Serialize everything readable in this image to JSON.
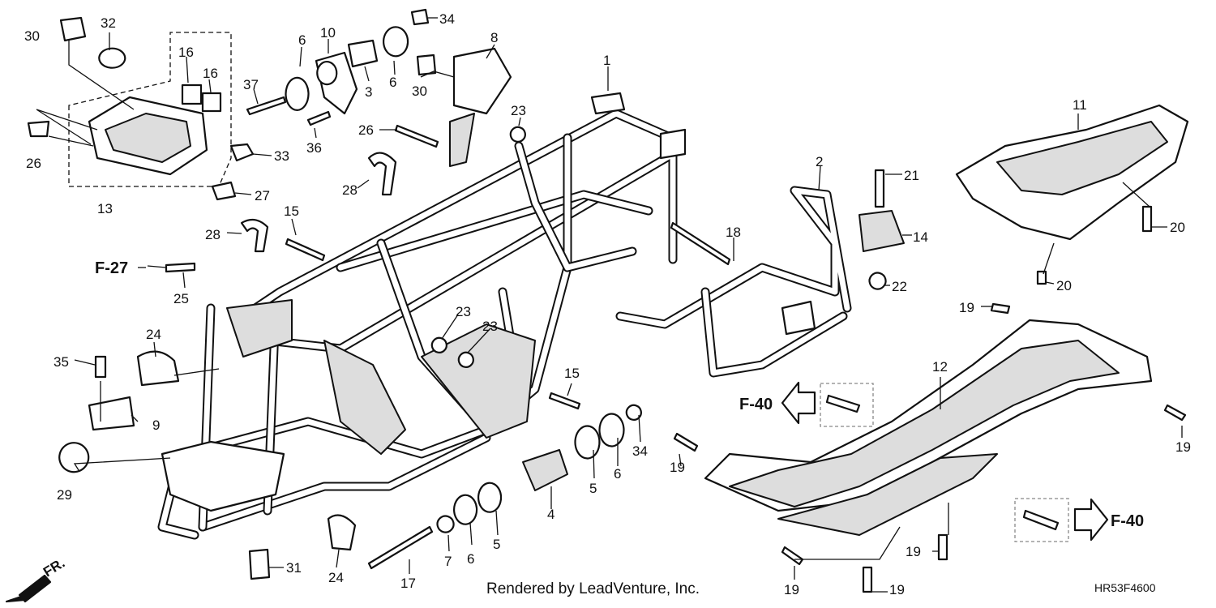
{
  "diagram": {
    "footer_credit": "Rendered by LeadVenture, Inc.",
    "diagram_code": "HR53F4600",
    "direction_label": "FR.",
    "callouts": [
      {
        "label": "30"
      },
      {
        "label": "32"
      },
      {
        "label": "16"
      },
      {
        "label": "16"
      },
      {
        "label": "26"
      },
      {
        "label": "33"
      },
      {
        "label": "27"
      },
      {
        "label": "13"
      },
      {
        "label": "37"
      },
      {
        "label": "36"
      },
      {
        "label": "6"
      },
      {
        "label": "10"
      },
      {
        "label": "3"
      },
      {
        "label": "6"
      },
      {
        "label": "34"
      },
      {
        "label": "8"
      },
      {
        "label": "30"
      },
      {
        "label": "26"
      },
      {
        "label": "23"
      },
      {
        "label": "28"
      },
      {
        "label": "1"
      },
      {
        "label": "28"
      },
      {
        "label": "15"
      },
      {
        "label": "25"
      },
      {
        "label": "24"
      },
      {
        "label": "35"
      },
      {
        "label": "9"
      },
      {
        "label": "29"
      },
      {
        "label": "23"
      },
      {
        "label": "23"
      },
      {
        "label": "2"
      },
      {
        "label": "21"
      },
      {
        "label": "14"
      },
      {
        "label": "22"
      },
      {
        "label": "18"
      },
      {
        "label": "11"
      },
      {
        "label": "20"
      },
      {
        "label": "20"
      },
      {
        "label": "19"
      },
      {
        "label": "12"
      },
      {
        "label": "19"
      },
      {
        "label": "19"
      },
      {
        "label": "19"
      },
      {
        "label": "19"
      },
      {
        "label": "19"
      },
      {
        "label": "15"
      },
      {
        "label": "34"
      },
      {
        "label": "6"
      },
      {
        "label": "5"
      },
      {
        "label": "4"
      },
      {
        "label": "5"
      },
      {
        "label": "6"
      },
      {
        "label": "7"
      },
      {
        "label": "17"
      },
      {
        "label": "24"
      },
      {
        "label": "31"
      }
    ],
    "references": [
      {
        "label": "F-27"
      },
      {
        "label": "F-40"
      },
      {
        "label": "F-40"
      }
    ]
  }
}
